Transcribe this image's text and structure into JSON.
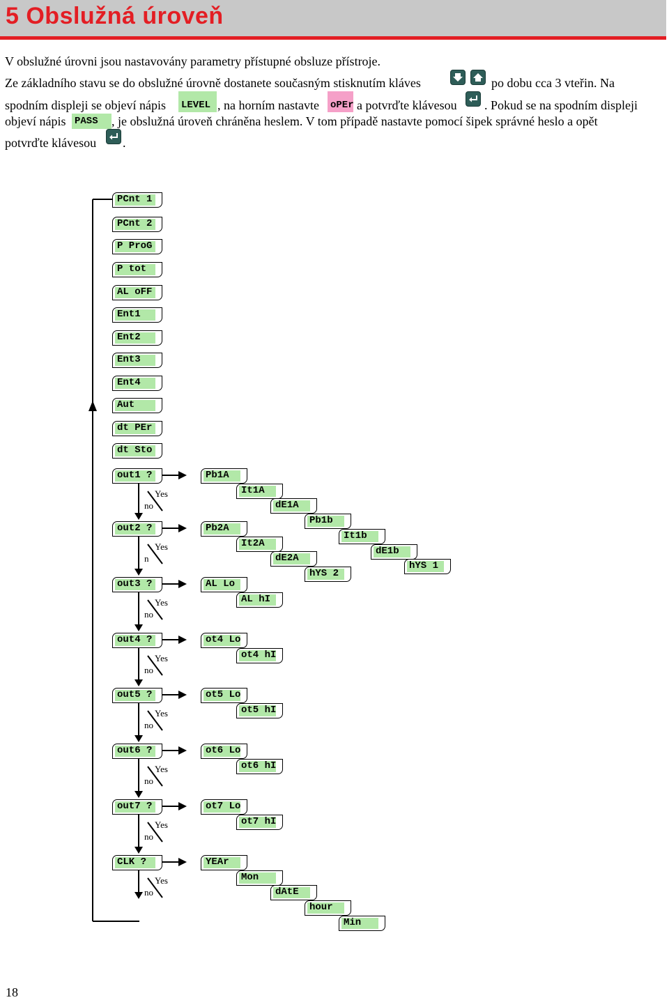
{
  "header": {
    "title": "5  Obslužná úroveň"
  },
  "intro": {
    "line1": "V obslužné úrovni jsou nastavovány parametry přístupné obsluze přístroje.",
    "line2a": "Ze základního stavu se do obslužné úrovně dostanete současným stisknutím kláves",
    "line2b": "po dobu cca 3 vteřin. Na",
    "line3a": "spodním displeji se objeví nápis",
    "lcd_level": "LEVEL",
    "line3b": ", na horním nastavte",
    "lcd_oper": "oPEr",
    "line3c": "a potvrďte klávesou",
    "line3d": ". Pokud se na spodním displeji",
    "line4a": "objeví nápis",
    "lcd_pass": "PASS",
    "line4b": ", je obslužná úroveň chráněna heslem. V tom případě nastavte pomocí šipek správné heslo a opět",
    "line5a": "potvrďte klávesou",
    "line5b": "."
  },
  "keys": {
    "down": "arrow-down-icon",
    "up": "arrow-up-icon",
    "enter": "enter-icon"
  },
  "menu": [
    "PCnt 1",
    "PCnt 2",
    "P ProG",
    "P tot",
    "AL oFF",
    "Ent1",
    "Ent2",
    "Ent3",
    "Ent4",
    "Aut",
    "dt PEr",
    "dt Sto"
  ],
  "branches": [
    {
      "q": "out1 ?",
      "yes": "Yes",
      "no": "no",
      "items": [
        "Pb1A",
        "It1A",
        "dE1A",
        "Pb1b",
        "It1b",
        "dE1b",
        "hYS 1"
      ]
    },
    {
      "q": "out2 ?",
      "yes": "Yes",
      "no": "n",
      "items": [
        "Pb2A",
        "It2A",
        "dE2A",
        "hYS 2"
      ]
    },
    {
      "q": "out3 ?",
      "yes": "Yes",
      "no": "no",
      "items": [
        "AL Lo",
        "AL hI"
      ]
    },
    {
      "q": "out4 ?",
      "yes": "Yes",
      "no": "no",
      "items": [
        "ot4 Lo",
        "ot4 hI"
      ]
    },
    {
      "q": "out5 ?",
      "yes": "Yes",
      "no": "no",
      "items": [
        "ot5 Lo",
        "ot5 hI"
      ]
    },
    {
      "q": "out6 ?",
      "yes": "Yes",
      "no": "no",
      "items": [
        "ot6 Lo",
        "ot6 hI"
      ]
    },
    {
      "q": "out7 ?",
      "yes": "Yes",
      "no": "no",
      "items": [
        "ot7 Lo",
        "ot7 hI"
      ]
    },
    {
      "q": "CLK ?",
      "yes": "Yes",
      "no": "no",
      "items": [
        "YEAr",
        "Mon",
        "dAtE",
        "hour",
        "Min"
      ]
    }
  ],
  "page_number": "18",
  "colors": {
    "accent": "#e31e24",
    "header_bg": "#c8c8c8",
    "lcd_green": "#b2e8a8",
    "lcd_pink": "#f5a0c8"
  }
}
